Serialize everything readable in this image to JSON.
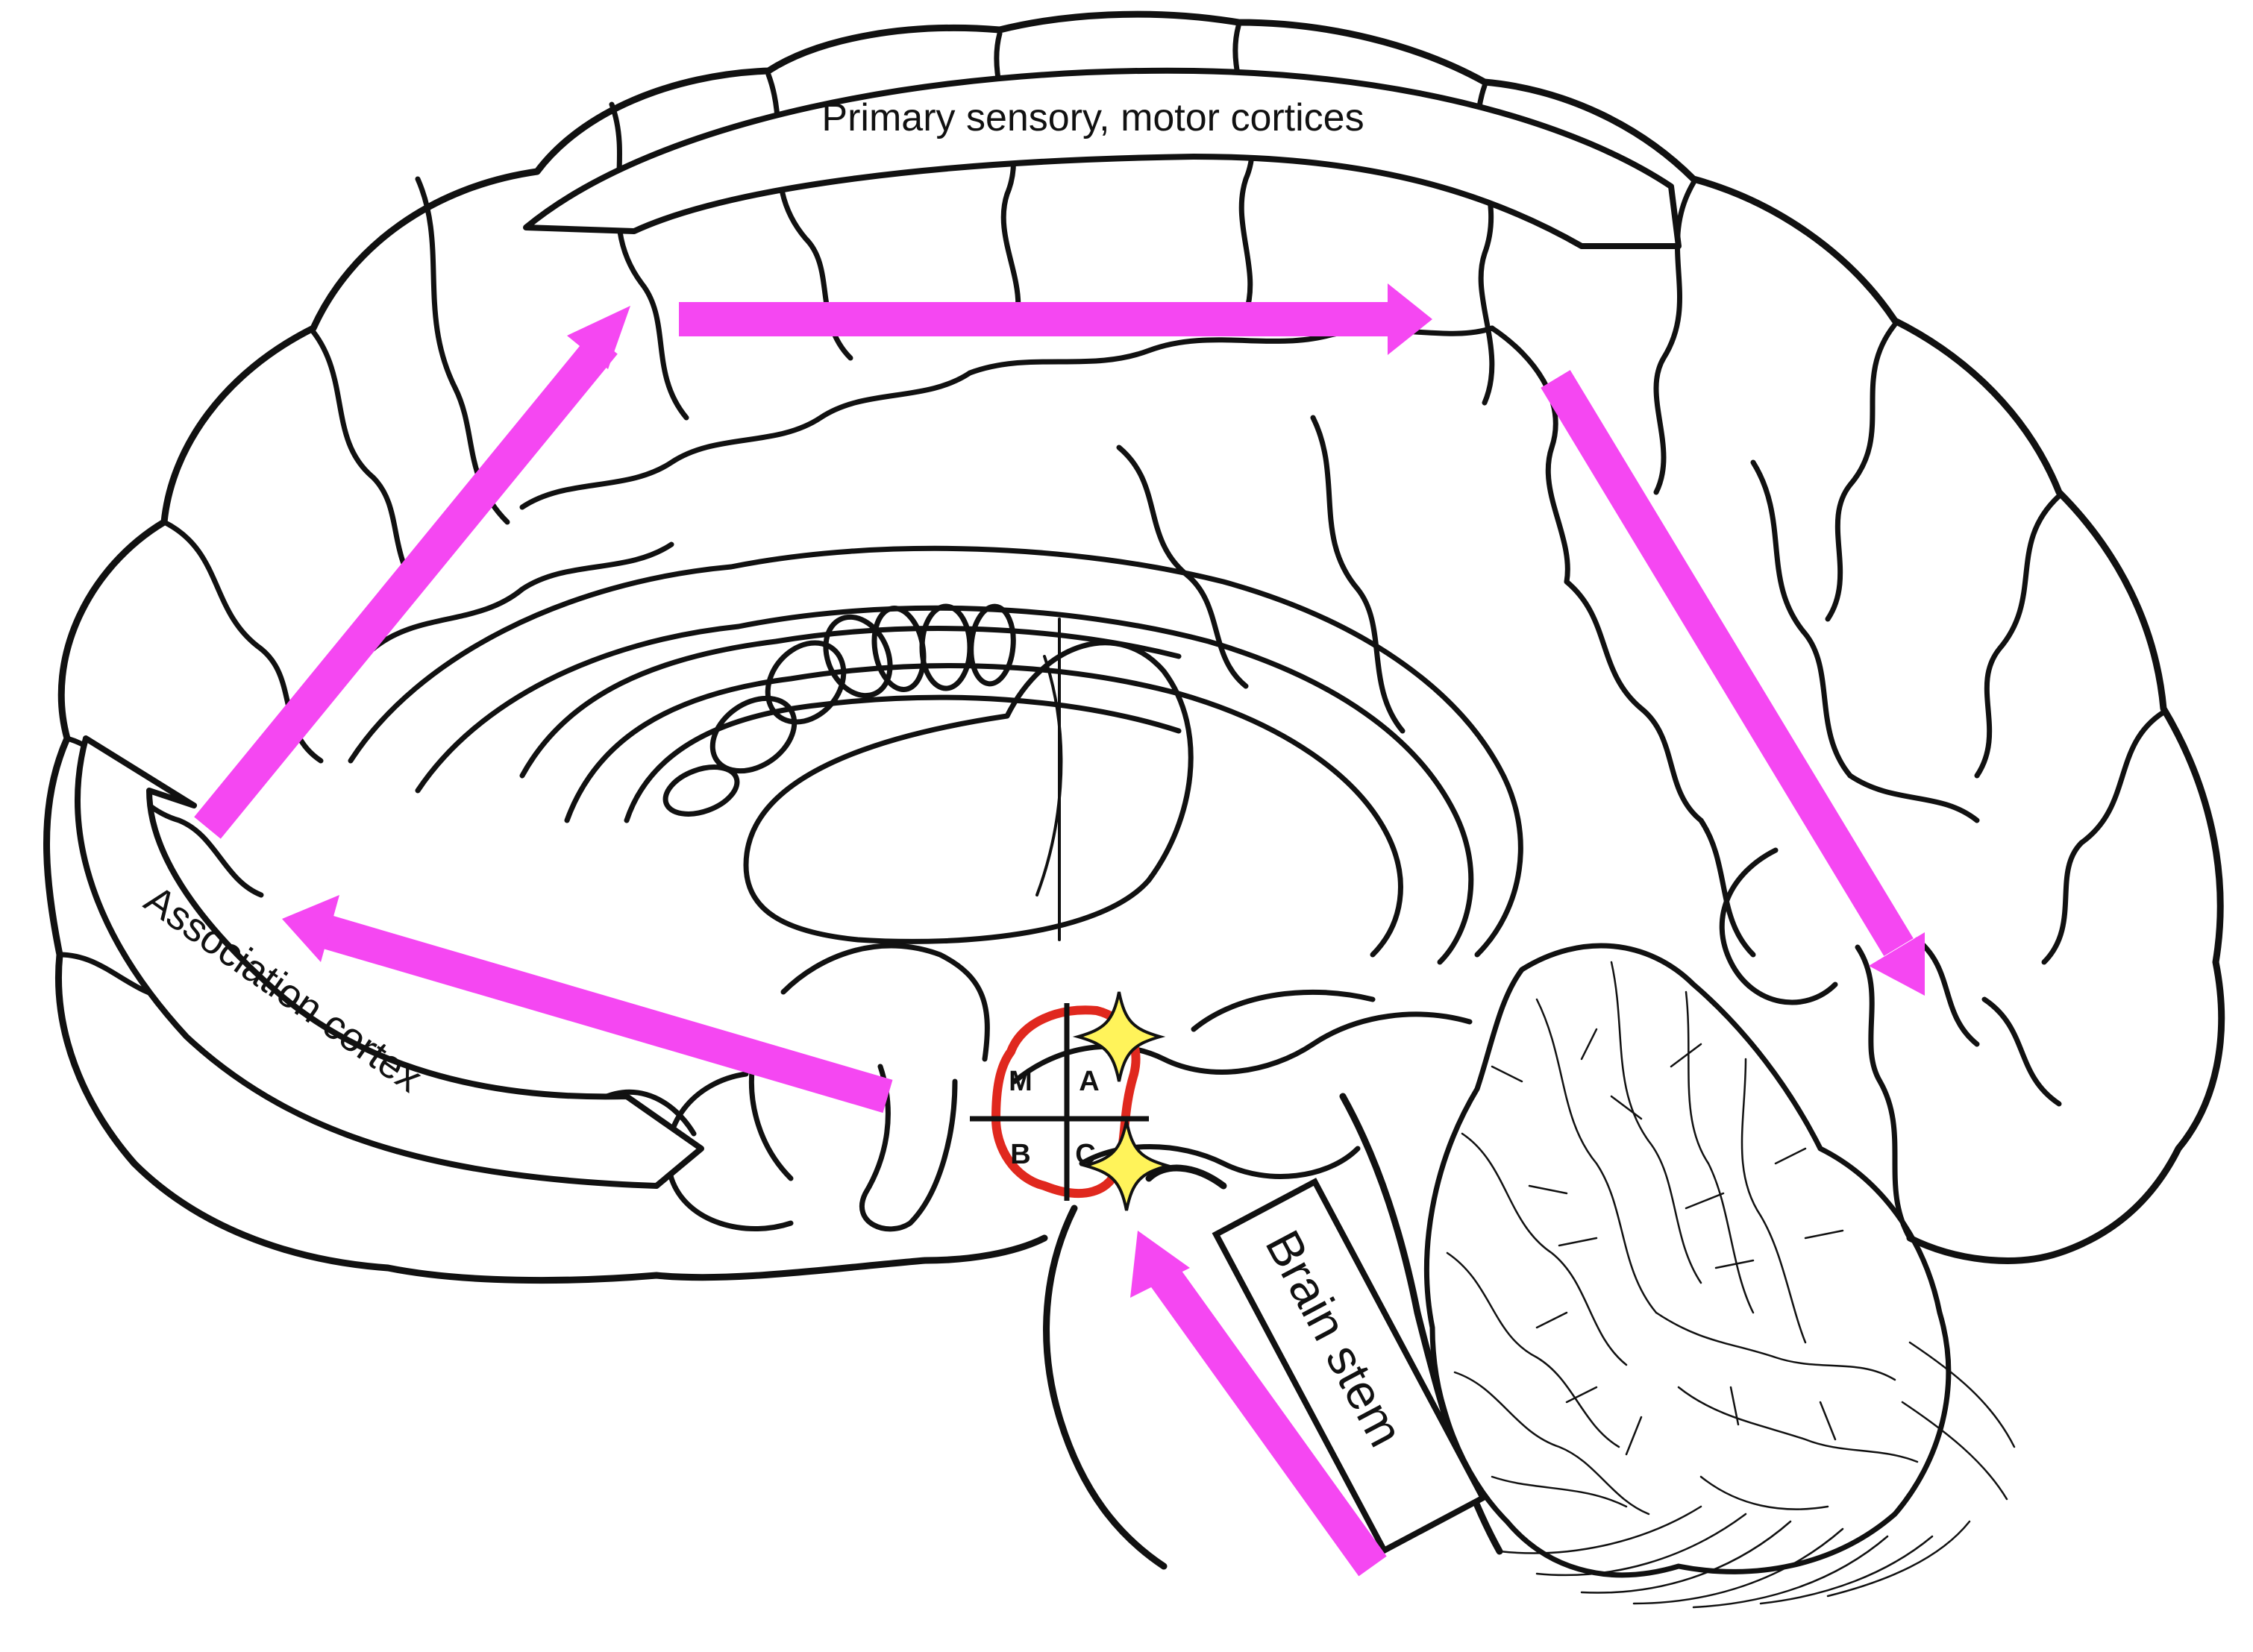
{
  "labels": {
    "primary": "Primary sensory, motor cortices",
    "association": "Association cortex",
    "brainstem": "Brain stem"
  },
  "quadrants": {
    "m": "M",
    "a": "A",
    "b": "B",
    "c": "C"
  },
  "colors": {
    "arrow": "#f547f2",
    "highlight": "#e0281e",
    "star": "#fff35a",
    "ink": "#111111"
  },
  "icons": [
    "star-icon"
  ]
}
